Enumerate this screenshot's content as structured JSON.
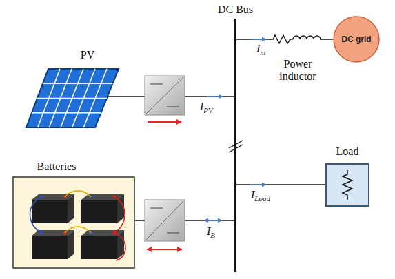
{
  "diagram": {
    "nodes": [
      {
        "text": [
          "DC Bus"
        ]
      },
      {
        "text": [
          "DC grid"
        ]
      },
      {
        "text": [
          "PV"
        ]
      },
      {
        "text": [
          "Load"
        ]
      },
      {
        "text": [
          "Batteries"
        ]
      }
    ],
    "edges": [
      {
        "from": 0,
        "to": 1,
        "arrow": "none"
      },
      {
        "from": 2,
        "to": 0,
        "arrow": "none"
      },
      {
        "from": 0,
        "to": 3,
        "arrow": "none"
      },
      {
        "from": 4,
        "to": 0,
        "arrow": "none"
      }
    ],
    "labels": [
      "Im",
      "Power inductor",
      "IPV",
      "ILoad",
      "IB"
    ]
  }
}
